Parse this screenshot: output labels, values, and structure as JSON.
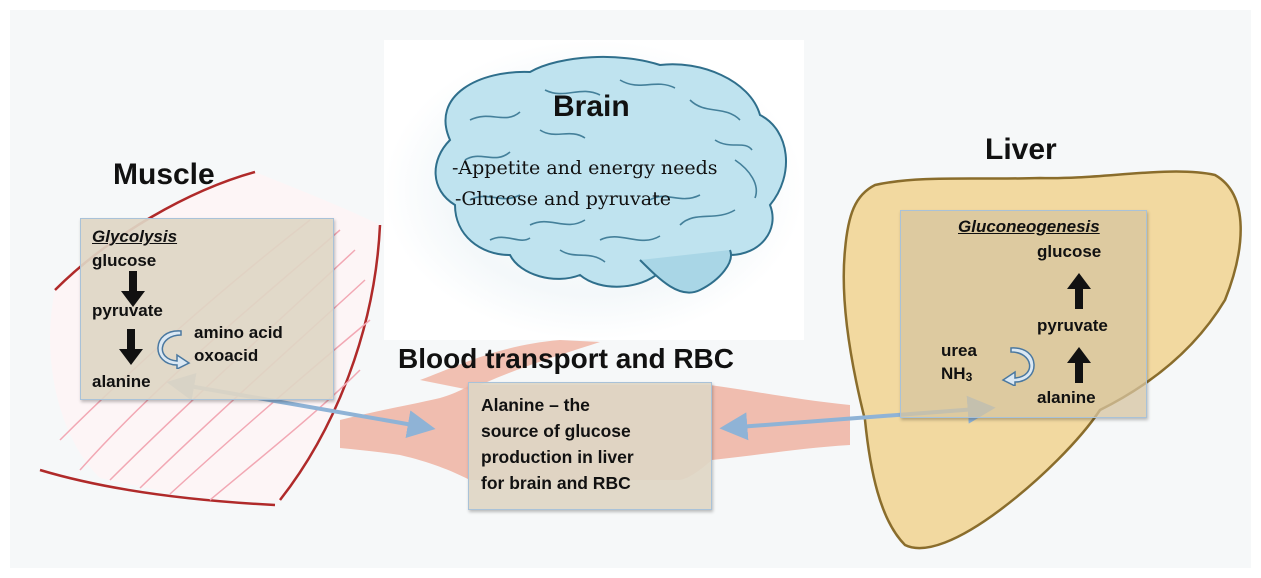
{
  "brain": {
    "title": "Brain",
    "line1": "-Appetite and energy needs",
    "line2": "-Glucose and pyruvate"
  },
  "muscle": {
    "title": "Muscle",
    "pathway": "Glycolysis",
    "glucose": "glucose",
    "pyruvate": "pyruvate",
    "amino_acid": "amino acid",
    "oxoacid": "oxoacid",
    "alanine": "alanine"
  },
  "blood": {
    "title": "Blood transport and RBC",
    "line1": "Alanine – the",
    "line2": "source of glucose",
    "line3": "production in liver",
    "line4": "for brain and RBC"
  },
  "liver": {
    "title": "Liver",
    "pathway": "Gluconeogenesis",
    "glucose": "glucose",
    "pyruvate": "pyruvate",
    "alanine": "alanine",
    "urea": "urea",
    "nh3_base": "NH",
    "nh3_sub": "3"
  },
  "colors": {
    "muscle_outline": "#b02a2a",
    "muscle_fiber": "#f2a8b4",
    "vessel": "#f0b6a6",
    "liver_fill": "#f2d9a0",
    "liver_outline": "#8a6d2c",
    "connector": "#8fb3d6",
    "brain_fill": "#bfe3ef",
    "brain_lines": "#2f6f8c"
  }
}
